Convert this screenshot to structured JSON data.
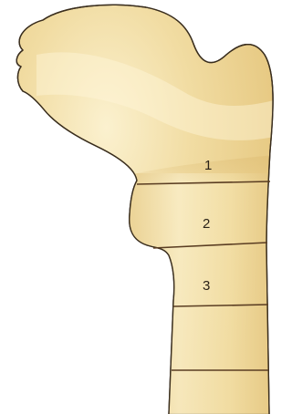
{
  "diagram": {
    "zones": [
      {
        "label": "1"
      },
      {
        "label": "2"
      },
      {
        "label": "3"
      }
    ]
  }
}
